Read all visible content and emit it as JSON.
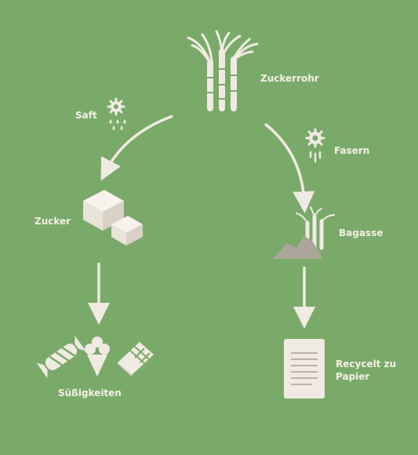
{
  "colors": {
    "background": "#7aaa6a",
    "ink": "#f0ebe2",
    "shade": "#d6d0c6",
    "bagasse": "#aba69c"
  },
  "nodes": {
    "sugarcane": {
      "label": "Zuckerrohr",
      "icon": "sugarcane-icon"
    },
    "sugar": {
      "label": "Zucker",
      "icon": "sugar-cubes-icon"
    },
    "bagasse": {
      "label": "Bagasse",
      "icon": "bagasse-pile-icon"
    },
    "sweets": {
      "label": "Süßigkeiten",
      "icons": [
        "candy-icon",
        "ice-cream-icon",
        "chocolate-icon"
      ]
    },
    "paper": {
      "label_line1": "Recycelt zu",
      "label_line2": "Papier",
      "icon": "paper-sheet-icon"
    }
  },
  "processes": {
    "juice": {
      "label": "Saft",
      "icon": "gear-droplets-icon"
    },
    "fibers": {
      "label": "Fasern",
      "icon": "gear-fibers-icon"
    }
  }
}
